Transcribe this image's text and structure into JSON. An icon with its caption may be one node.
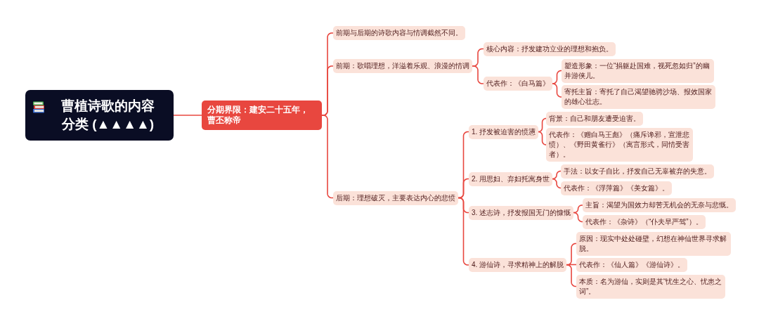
{
  "diagram": {
    "nodes": [
      {
        "text": [
          "曹植诗歌的内容分类 (▲▲▲▲)"
        ]
      },
      {
        "text": [
          "分期界限：建安二十五年，曹丕称帝"
        ]
      },
      {
        "text": [
          "前期与后期的诗歌内容与情调截然不同。"
        ]
      },
      {
        "text": [
          "前期：歌唱理想，洋溢着乐观、浪漫的情调"
        ]
      },
      {
        "text": [
          "核心内容：抒发建功立业的理想和抱负。"
        ]
      },
      {
        "text": [
          "代表作：《白马篇》"
        ]
      },
      {
        "text": [
          "塑造形象：一位“捐躯赴国难，视死忽如归”的幽并游侠儿。"
        ]
      },
      {
        "text": [
          "寄托主旨：寄托了自己渴望驰骋沙场、报效国家的雄心壮志。"
        ]
      },
      {
        "text": [
          "后期：理想破灭，主要表达内心的悲愤"
        ]
      },
      {
        "text": [
          "1. 抒发被迫害的愤懑"
        ]
      },
      {
        "text": [
          "背景：自己和朋友遭受迫害。"
        ]
      },
      {
        "text": [
          "代表作：《赠白马王彪》（痛斥谗邪，宣泄悲愤）、《野田黄雀行》（寓言形式，同情受害者）。"
        ]
      },
      {
        "text": [
          "2. 用思妇、弃妇托寓身世"
        ]
      },
      {
        "text": [
          "手法：以女子自比，抒发自己无辜被弃的失意。"
        ]
      },
      {
        "text": [
          "代表作：《浮萍篇》《美女篇》。"
        ]
      },
      {
        "text": [
          "3. 述志诗，抒发报国无门的慷慨"
        ]
      },
      {
        "text": [
          "主旨：渴望为国效力却苦无机会的无奈与悲慨。"
        ]
      },
      {
        "text": [
          "代表作：《杂诗》（“仆夫早严驾”）。"
        ]
      },
      {
        "text": [
          "4. 游仙诗，寻求精神上的解脱"
        ]
      },
      {
        "text": [
          "原因：现实中处处碰壁，幻想在神仙世界寻求解脱。"
        ]
      },
      {
        "text": [
          "代表作：《仙人篇》《游仙诗》。"
        ]
      },
      {
        "text": [
          "本质：名为游仙，实则是其“忧生之心、忧患之词”。"
        ]
      }
    ],
    "edges": [
      {
        "from": 0,
        "to": 1,
        "arrow": "none"
      },
      {
        "from": 1,
        "to": 2,
        "arrow": "none"
      },
      {
        "from": 1,
        "to": 3,
        "arrow": "none"
      },
      {
        "from": 1,
        "to": 8,
        "arrow": "none"
      },
      {
        "from": 3,
        "to": 4,
        "arrow": "none"
      },
      {
        "from": 3,
        "to": 5,
        "arrow": "none"
      },
      {
        "from": 5,
        "to": 6,
        "arrow": "none"
      },
      {
        "from": 5,
        "to": 7,
        "arrow": "none"
      },
      {
        "from": 8,
        "to": 9,
        "arrow": "none"
      },
      {
        "from": 8,
        "to": 12,
        "arrow": "none"
      },
      {
        "from": 8,
        "to": 15,
        "arrow": "none"
      },
      {
        "from": 8,
        "to": 18,
        "arrow": "none"
      },
      {
        "from": 9,
        "to": 10,
        "arrow": "none"
      },
      {
        "from": 9,
        "to": 11,
        "arrow": "none"
      },
      {
        "from": 12,
        "to": 13,
        "arrow": "none"
      },
      {
        "from": 12,
        "to": 14,
        "arrow": "none"
      },
      {
        "from": 15,
        "to": 16,
        "arrow": "none"
      },
      {
        "from": 15,
        "to": 17,
        "arrow": "none"
      },
      {
        "from": 18,
        "to": 19,
        "arrow": "none"
      },
      {
        "from": 18,
        "to": 20,
        "arrow": "none"
      },
      {
        "from": 18,
        "to": 21,
        "arrow": "none"
      }
    ]
  }
}
